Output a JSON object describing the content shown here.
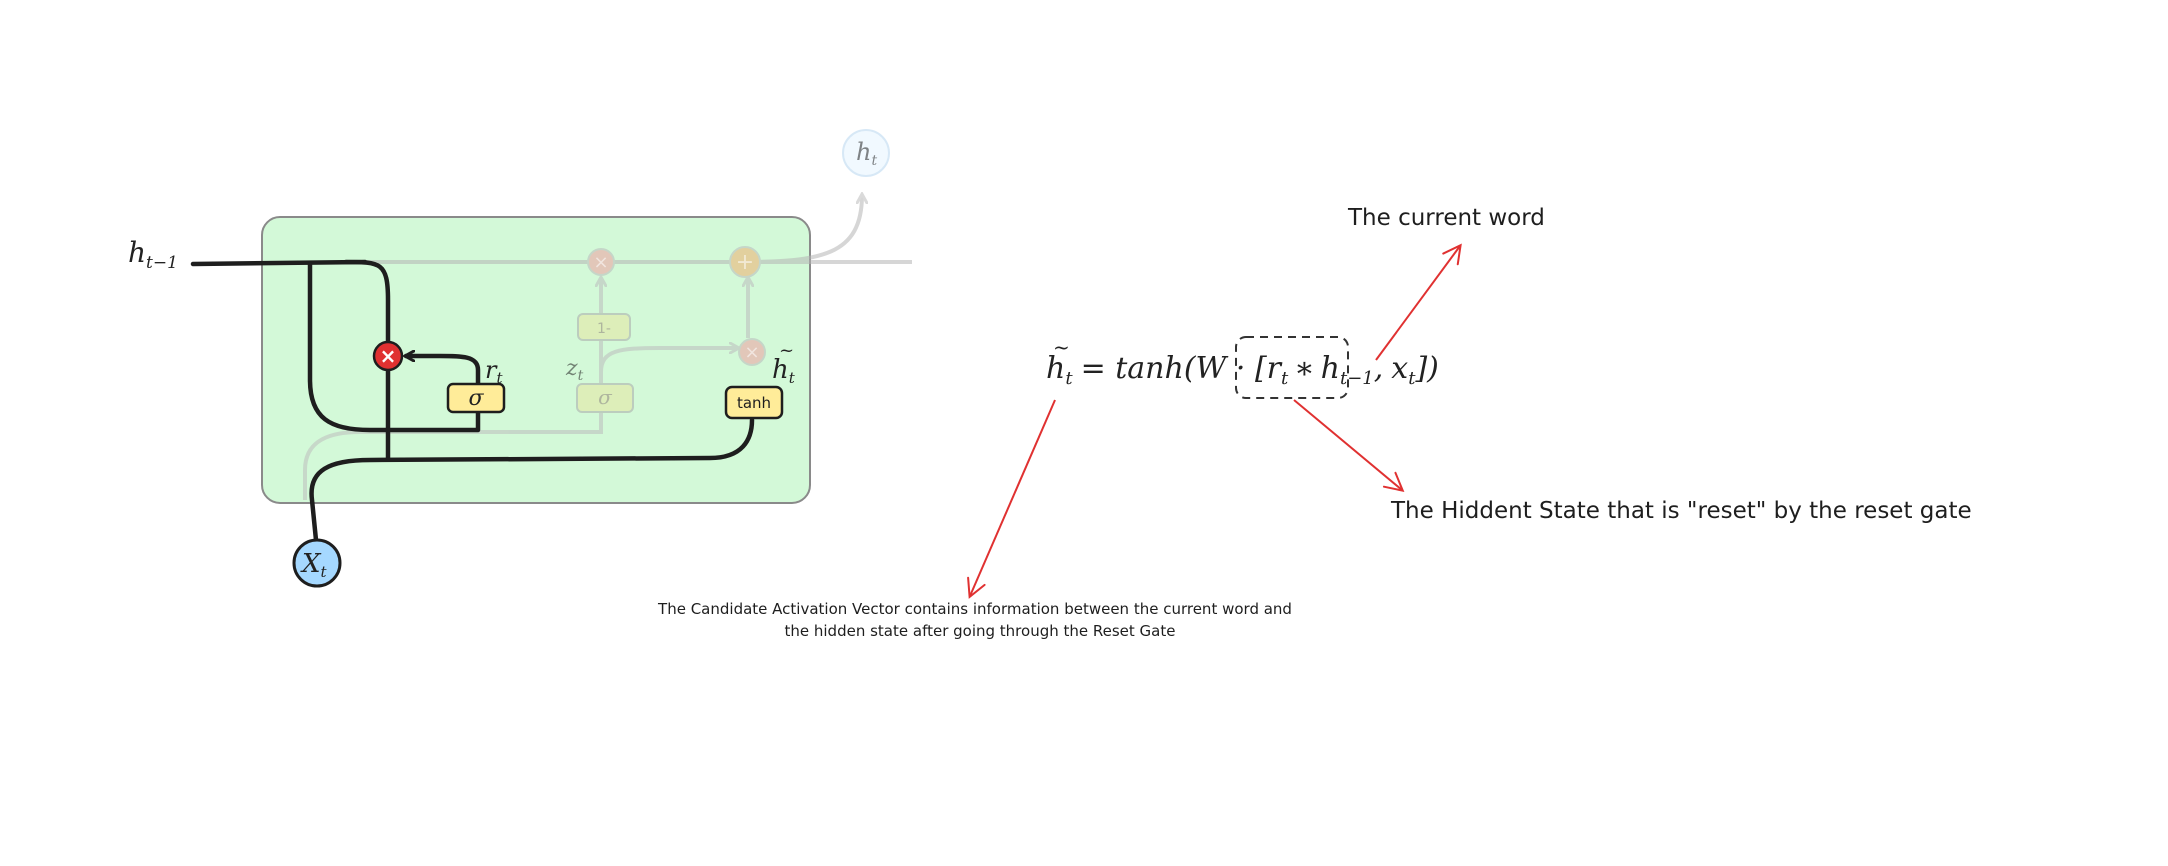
{
  "diagram": {
    "input_prev_hidden": "h",
    "input_prev_hidden_sub": "t−1",
    "input_x": "X",
    "input_x_sub": "t",
    "output_h": "h",
    "output_h_sub": "t",
    "reset_gate_label": "r",
    "reset_gate_label_sub": "t",
    "update_gate_label": "z",
    "update_gate_label_sub": "t",
    "candidate_label": "h",
    "candidate_label_sub": "t",
    "sigma_symbol": "σ",
    "one_minus_symbol": "1-",
    "tanh_label": "tanh",
    "multiply_symbol": "×",
    "plus_symbol": "+"
  },
  "equation": {
    "lhs": "h",
    "lhs_sub": "t",
    "eq_part1": "= tanh(W · [",
    "r": "r",
    "r_sub": "t",
    "star": "∗",
    "h": "h",
    "h_sub": "t−1",
    "comma": ",",
    "x": "x",
    "x_sub": "t",
    "close": "])"
  },
  "annotations": {
    "current_word": "The current word",
    "reset_hidden": "The Hiddent State that is \"reset\" by the reset gate",
    "candidate_line1": "The Candidate Activation Vector contains information between the current word and",
    "candidate_line2": "the hidden state after going through the Reset Gate"
  },
  "colors": {
    "cell_fill": "#d3f9d8",
    "gate_fill": "#ffec99",
    "multiply_fill": "#e03131",
    "input_node_fill": "#a5d8ff",
    "arrow_red": "#e03131",
    "stroke_dark": "#1e1e1e"
  }
}
